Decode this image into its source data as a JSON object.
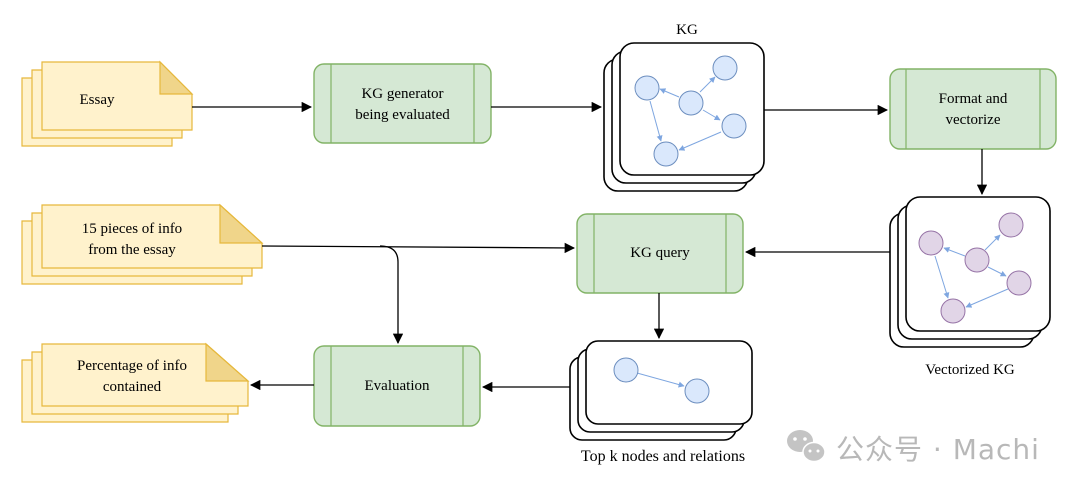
{
  "diagram": {
    "documents": {
      "essay": "Essay",
      "info_pieces": "15 pieces of info\nfrom the essay",
      "percentage": "Percentage of info\ncontained"
    },
    "processes": {
      "kg_generator": "KG generator\nbeing evaluated",
      "format_vectorize": "Format and\nvectorize",
      "kg_query": "KG query",
      "evaluation": "Evaluation"
    },
    "graphs": {
      "kg": "KG",
      "vectorized_kg": "Vectorized KG",
      "top_k": "Top k nodes and relations"
    }
  },
  "watermark": {
    "text": "公众号 · Machi",
    "icon": "wechat-icon"
  },
  "colors": {
    "doc_fill": "#fff2cc",
    "doc_stroke": "#e6b83c",
    "process_fill": "#d5e8d4",
    "process_stroke": "#82b366",
    "blue_node_fill": "#dae8fc",
    "blue_node_stroke": "#6c8ebf",
    "purple_node_fill": "#e1d5e7",
    "purple_node_stroke": "#9673a6",
    "edge_blue": "#7ea6e0"
  }
}
